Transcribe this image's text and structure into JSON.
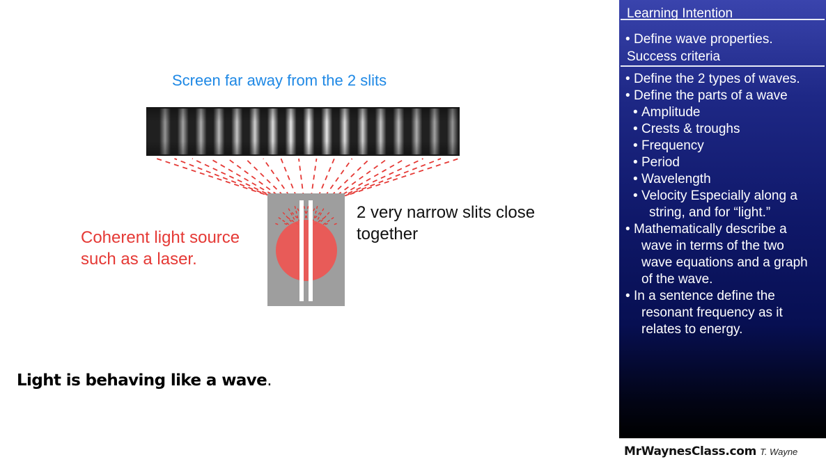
{
  "diagram": {
    "screen_label": "Screen far away from the 2 slits",
    "slits_label_line1": "2 very narrow slits close",
    "slits_label_line2": "together",
    "source_label_line1": "Coherent light source",
    "source_label_line2": "such as a laser.",
    "conclusion_text": "Light is behaving like a wave",
    "conclusion_punct": ".",
    "colors": {
      "screen_label": "#1e88e5",
      "source_label": "#e53935",
      "rays": "#e53935",
      "laser": "#ef5350",
      "slit_plate": "#9e9e9e",
      "panel_top": "#3a44ad",
      "panel_bottom": "#000000"
    }
  },
  "panel": {
    "learning_intention_heading": "Learning Intention",
    "learning_intention_items": [
      "Define wave properties."
    ],
    "success_criteria_heading": "Success criteria",
    "bullet": "•",
    "success_criteria_lines": [
      {
        "text": "Define the 2 types of waves.",
        "indent": 0,
        "bullet": true
      },
      {
        "text": "Define the parts of a wave",
        "indent": 0,
        "bullet": true
      },
      {
        "text": "Amplitude",
        "indent": 1,
        "bullet": true
      },
      {
        "text": "Crests & troughs",
        "indent": 1,
        "bullet": true
      },
      {
        "text": "Frequency",
        "indent": 1,
        "bullet": true
      },
      {
        "text": "Period",
        "indent": 1,
        "bullet": true
      },
      {
        "text": "Wavelength",
        "indent": 1,
        "bullet": true
      },
      {
        "text": "Velocity Especially along a",
        "indent": 1,
        "bullet": true
      },
      {
        "text": "string, and for “light.”",
        "indent": 2,
        "bullet": false
      },
      {
        "text": "Mathematically describe a",
        "indent": 0,
        "bullet": true
      },
      {
        "text": "wave in terms of the two",
        "indent": 1,
        "bullet": false
      },
      {
        "text": "wave equations and a graph",
        "indent": 1,
        "bullet": false
      },
      {
        "text": "of the wave.",
        "indent": 1,
        "bullet": false
      },
      {
        "text": "In a sentence define the",
        "indent": 0,
        "bullet": true
      },
      {
        "text": "resonant frequency as it",
        "indent": 1,
        "bullet": false
      },
      {
        "text": "relates to energy.",
        "indent": 1,
        "bullet": false
      }
    ]
  },
  "footer": {
    "site": "MrWaynesClass.com",
    "author": "T. Wayne"
  }
}
